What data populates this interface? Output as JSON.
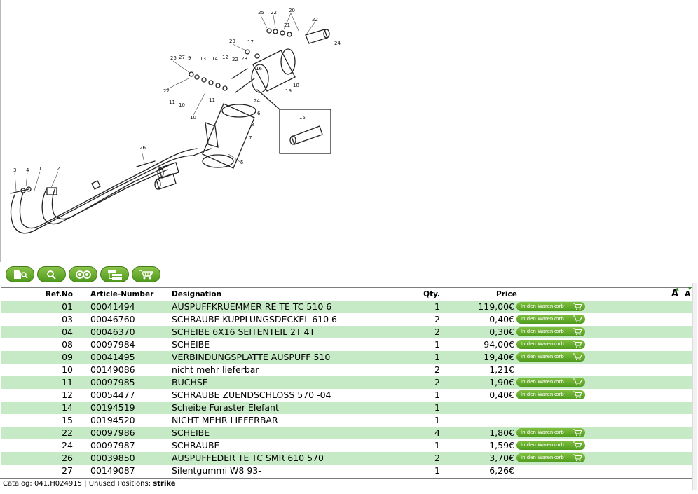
{
  "diagram": {
    "callouts": [
      "25",
      "22",
      "20",
      "22",
      "21",
      "24",
      "23",
      "17",
      "25",
      "27",
      "9",
      "13",
      "14",
      "12",
      "22",
      "28",
      "16",
      "18",
      "19",
      "22",
      "11",
      "10",
      "10",
      "11",
      "24",
      "6",
      "7",
      "5",
      "15",
      "26",
      "3",
      "4",
      "1",
      "2"
    ]
  },
  "toolbar": {
    "buttons": [
      {
        "icon": "page-search-icon"
      },
      {
        "icon": "zoom-icon"
      },
      {
        "icon": "binoculars-icon"
      },
      {
        "icon": "tree-icon"
      },
      {
        "icon": "cart-icon"
      }
    ]
  },
  "table": {
    "headers": {
      "ref": "Ref.No",
      "article": "Article-Number",
      "designation": "Designation",
      "qty": "Qty.",
      "price": "Price"
    },
    "cart_label": "In den Warenkorb",
    "rows": [
      {
        "ref": "01",
        "article": "00041494",
        "designation": "AUSPUFFKRUEMMER RE TE TC 510 6",
        "qty": "1",
        "price": "119,00€",
        "cart": true
      },
      {
        "ref": "03",
        "article": "00046760",
        "designation": "SCHRAUBE KUPPLUNGSDECKEL 610 6",
        "qty": "2",
        "price": "0,40€",
        "cart": true
      },
      {
        "ref": "04",
        "article": "00046370",
        "designation": "SCHEIBE 6X16 SEITENTEIL 2T 4T",
        "qty": "2",
        "price": "0,30€",
        "cart": true
      },
      {
        "ref": "08",
        "article": "00097984",
        "designation": "SCHEIBE",
        "qty": "1",
        "price": "94,00€",
        "cart": true
      },
      {
        "ref": "09",
        "article": "00041495",
        "designation": "VERBINDUNGSPLATTE AUSPUFF 510",
        "qty": "1",
        "price": "19,40€",
        "cart": true
      },
      {
        "ref": "10",
        "article": "00149086",
        "designation": "nicht mehr lieferbar",
        "qty": "2",
        "price": "1,21€",
        "cart": false
      },
      {
        "ref": "11",
        "article": "00097985",
        "designation": "BUCHSE",
        "qty": "2",
        "price": "1,90€",
        "cart": true
      },
      {
        "ref": "12",
        "article": "00054477",
        "designation": "SCHRAUBE ZUENDSCHLOSS 570 -04",
        "qty": "1",
        "price": "0,40€",
        "cart": true
      },
      {
        "ref": "14",
        "article": "00194519",
        "designation": "Scheibe Furaster Elefant",
        "qty": "1",
        "price": "",
        "cart": false
      },
      {
        "ref": "15",
        "article": "00194520",
        "designation": "NICHT MEHR LIEFERBAR",
        "qty": "1",
        "price": "",
        "cart": false
      },
      {
        "ref": "22",
        "article": "00097986",
        "designation": "SCHEIBE",
        "qty": "4",
        "price": "1,80€",
        "cart": true
      },
      {
        "ref": "24",
        "article": "00097987",
        "designation": "SCHRAUBE",
        "qty": "1",
        "price": "1,59€",
        "cart": true
      },
      {
        "ref": "26",
        "article": "00039850",
        "designation": "AUSPUFFEDER TE TC SMR 610 570",
        "qty": "2",
        "price": "3,70€",
        "cart": true
      },
      {
        "ref": "27",
        "article": "00149087",
        "designation": "Silentgummi W8 93-",
        "qty": "1",
        "price": "6,26€",
        "cart": false
      }
    ]
  },
  "font_size_ctrl": {
    "big": "A",
    "small": "A"
  },
  "footer": {
    "catalog_label": "Catalog:",
    "catalog_value": "041.H024915",
    "separator": "|",
    "unused_label": "Unused Positions:",
    "unused_value": "strike"
  }
}
